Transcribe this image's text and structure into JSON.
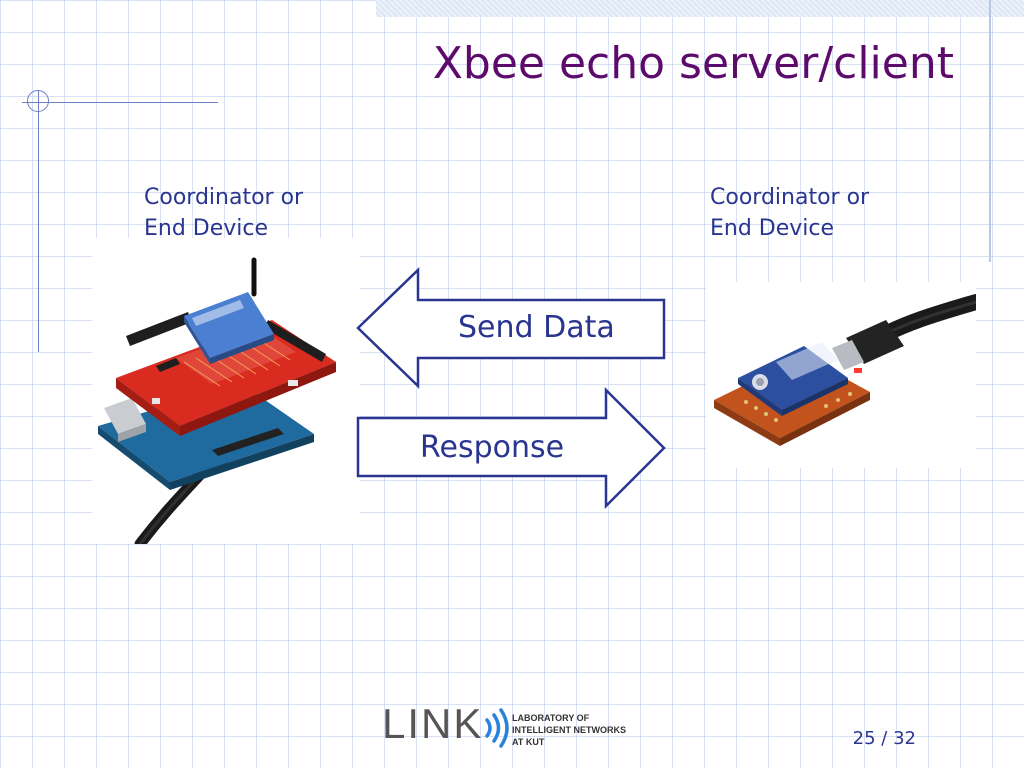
{
  "slide": {
    "title": "Xbee echo server/client",
    "left_device": {
      "line1": "Coordinator or",
      "line2": "End Device"
    },
    "right_device": {
      "line1": "Coordinator or",
      "line2": "End Device"
    },
    "arrows": {
      "send_label": "Send Data",
      "response_label": "Response"
    },
    "logo": {
      "word": "LINK",
      "line1": "LABORATORY OF",
      "line2": "INTELLIGENT NETWORKS",
      "line3": "AT KUT"
    },
    "page": {
      "current": "25",
      "separator": "/",
      "total": "32"
    }
  },
  "colors": {
    "title": "#5c0a6b",
    "body_text": "#2a3590",
    "arrow_stroke": "#2a3590",
    "grid": "#b9c8eb"
  },
  "images": {
    "left_photo": "arduino-xbee-shield-photo",
    "right_photo": "xbee-usb-explorer-photo"
  }
}
